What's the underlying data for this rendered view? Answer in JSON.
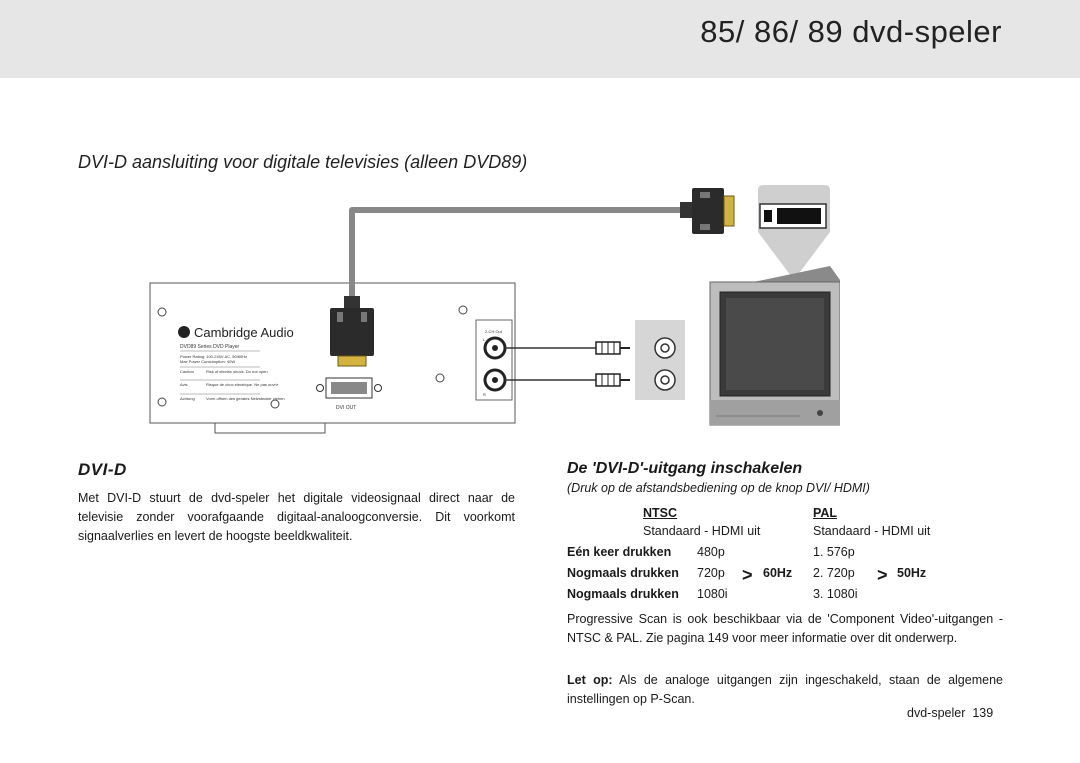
{
  "header": {
    "title": "85/ 86/ 89 dvd-speler"
  },
  "section_title": "DVI-D aansluiting voor digitale televisies (alleen DVD89)",
  "diagram": {
    "brand": "Cambridge Audio",
    "model": "DVD89 Series DVD Player",
    "power_rating": "Power Rating: 100-240V AC, 50/60Hz",
    "power_consumption": "Max Power Consumption: 40W",
    "caution_label": "Caution",
    "caution_text": "Risk of electric shock. Do not open",
    "avis_label": "Avis",
    "avis_text": "Risque de choc electrique. Ne pas ouvrir",
    "achtung_label": "Achtung",
    "achtung_text": "Vorm offnen des gerates Netzstecker ziehen",
    "dvi_out_label": "DVI OUT",
    "two_ch_label": "2-CH Out",
    "l_label": "L",
    "r_label": "R"
  },
  "left": {
    "heading": "DVI-D",
    "body": "Met DVI-D stuurt de dvd-speler het digitale videosignaal direct naar de televisie zonder voorafgaande digitaal-analoogconversie. Dit voorkomt signaalverlies en levert de hoogste beeldkwaliteit."
  },
  "right": {
    "heading": "De 'DVI-D'-uitgang inschakelen",
    "subheading": "(Druk op de afstandsbediening op de knop DVI/ HDMI)",
    "col_ntsc": "NTSC",
    "col_pal": "PAL",
    "default_ntsc": "Standaard - HDMI uit",
    "default_pal": "Standaard - HDMI uit",
    "rows": [
      {
        "label": "Eén keer drukken",
        "ntsc": "480p",
        "ntsc_hz": "",
        "pal": "1. 576p",
        "pal_hz": ""
      },
      {
        "label": "Nogmaals drukken",
        "ntsc": "720p",
        "ntsc_hz": "60Hz",
        "pal": "2. 720p",
        "pal_hz": "50Hz"
      },
      {
        "label": "Nogmaals drukken",
        "ntsc": "1080i",
        "ntsc_hz": "",
        "pal": "3. 1080i",
        "pal_hz": ""
      }
    ],
    "gt_symbol": ">",
    "progressive": "Progressive Scan is ook beschikbaar via de 'Component Video'-uitgangen - NTSC & PAL. Zie pagina 149 voor meer informatie over dit onderwerp.",
    "note_label": "Let op:",
    "note_text": " Als de analoge uitgangen zijn ingeschakeld, staan de algemene instellingen op P-Scan."
  },
  "footer": {
    "section": "dvd-speler",
    "page": "139"
  }
}
